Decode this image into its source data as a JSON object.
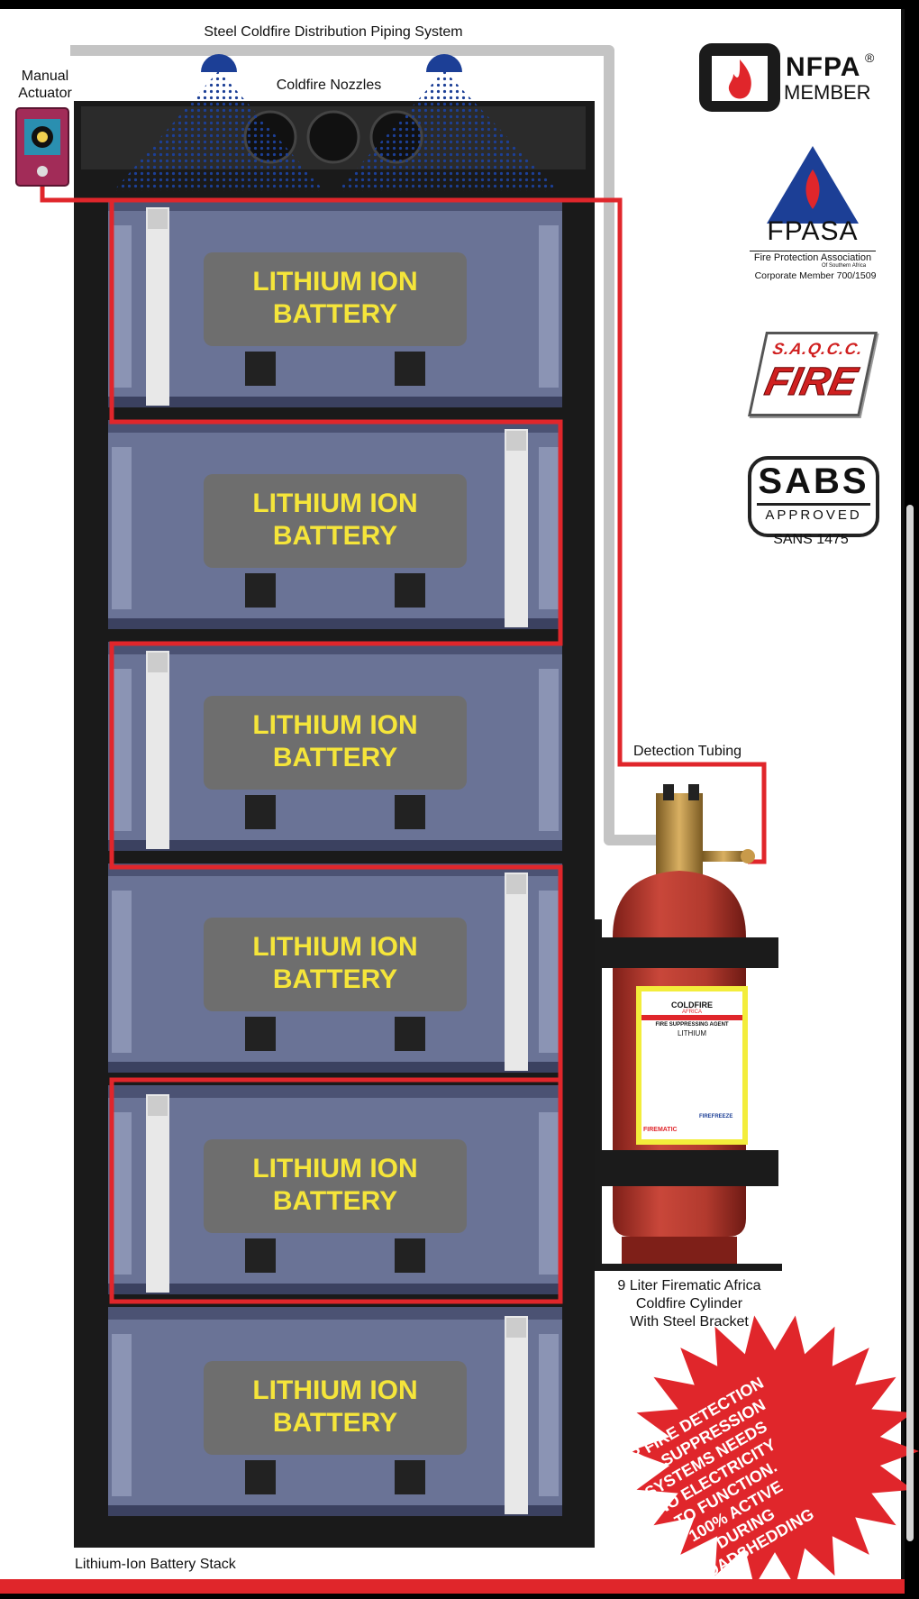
{
  "labels": {
    "piping": "Steel Coldfire Distribution Piping System",
    "nozzles": "Coldfire Nozzles",
    "actuator_line1": "Manual",
    "actuator_line2": "Actuator",
    "detection_tubing": "Detection Tubing",
    "cylinder_line1": "9 Liter Firematic Africa",
    "cylinder_line2": "Coldfire Cylinder",
    "cylinder_line3": "With Steel Bracket",
    "stack": "Lithium-Ion Battery Stack"
  },
  "batteries": [
    {
      "line1": "LITHIUM ION",
      "line2": "BATTERY"
    },
    {
      "line1": "LITHIUM ION",
      "line2": "BATTERY"
    },
    {
      "line1": "LITHIUM ION",
      "line2": "BATTERY"
    },
    {
      "line1": "LITHIUM ION",
      "line2": "BATTERY"
    },
    {
      "line1": "LITHIUM ION",
      "line2": "BATTERY"
    },
    {
      "line1": "LITHIUM ION",
      "line2": "BATTERY"
    }
  ],
  "logos": {
    "nfpa_name": "NFPA",
    "nfpa_reg": "®",
    "nfpa_member": "MEMBER",
    "fpasa_name": "FPASA",
    "fpasa_sub": "Fire Protection Association",
    "fpasa_sub2": "Of Southern Africa",
    "fpasa_corp": "Corporate Member 700/1509",
    "saqcc_top": "S.A.Q.C.C.",
    "saqcc_fire": "FIRE",
    "sabs_name": "SABS",
    "sabs_approved": "APPROVED",
    "sabs_standard": "SANS 1475"
  },
  "cylinder_label": {
    "brand": "COLDFIRE",
    "brand_sub": "AFRICA",
    "agent": "FIRE SUPPRESSING AGENT",
    "type": "LITHIUM",
    "maker": "FIREMATIC",
    "freeze": "FIREFREEZE"
  },
  "starburst": {
    "lines": [
      "OUR FIRE DETECTION",
      "AND SUPPRESSION",
      "SYSTEMS NEEDS",
      "NO ELECTRICITY",
      "TO FUNCTION.",
      "100% ACTIVE",
      "DURING",
      "LOADSHEDDING"
    ]
  },
  "colors": {
    "detection_red": "#e0262b",
    "battery_text": "#f5e53a",
    "battery_panel": "#6e6e6e",
    "rack": "#1a1a1a",
    "module": "#6a7396",
    "pipe": "#c4c4c4",
    "cylinder": "#b8362a",
    "nozzle": "#1c3f96"
  },
  "icons": [
    "fire-icon",
    "manual-actuator-icon",
    "nozzle-icon",
    "valve-icon"
  ]
}
